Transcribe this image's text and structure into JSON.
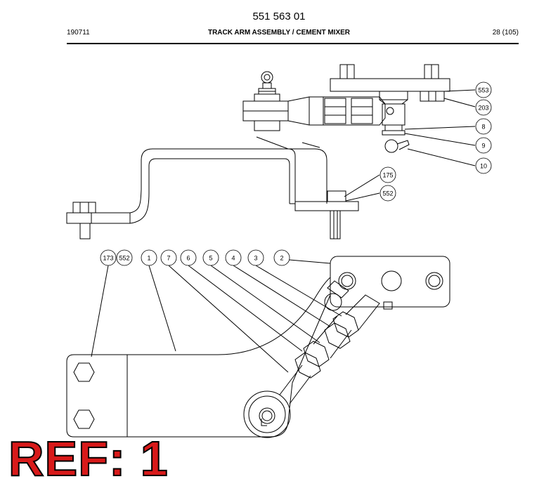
{
  "header": {
    "doc_number": "551 563 01",
    "date_code": "190711",
    "title": "TRACK ARM ASSEMBLY / CEMENT MIXER",
    "page": "28 (105)"
  },
  "callouts_upper": [
    "553",
    "203",
    "8",
    "9",
    "10",
    "175",
    "552"
  ],
  "callouts_lower": [
    "173",
    "552",
    "1",
    "7",
    "6",
    "5",
    "4",
    "3",
    "2"
  ],
  "ref_label": "REF: 1",
  "colors": {
    "line": "#000000",
    "ref_text": "#d81a1a"
  }
}
